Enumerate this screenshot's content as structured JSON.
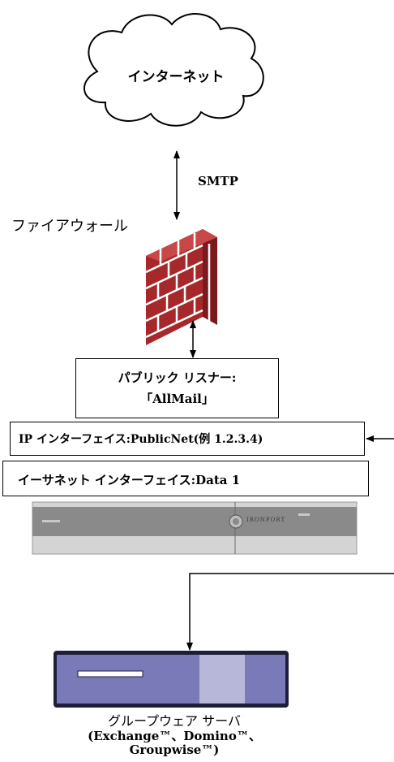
{
  "internet_label": "インターネット",
  "smtp_label": "SMTP",
  "firewall_label": "ファイアウォール",
  "listener": {
    "line1": "パブリック リスナー:",
    "line2": "「AllMail」"
  },
  "ip_interface_label": "IP インターフェイス:PublicNet(例 1.2.3.4)",
  "ethernet_interface_label": "イーサネット インターフェイス:Data 1",
  "appliance_brand": "IRONPORT",
  "groupware": {
    "line1": "グループウェア サーバ",
    "line2": "(Exchange™、Domino™、",
    "line3": "Groupwise™)"
  },
  "colors": {
    "brick": "#a6282b",
    "mortar": "#ffffff",
    "appliance_body": "#d4d4d4",
    "appliance_panel": "#8a8a8a",
    "server_body": "#7a7ab8",
    "server_light": "#b7b7da",
    "server_border": "#1e1e3a"
  }
}
